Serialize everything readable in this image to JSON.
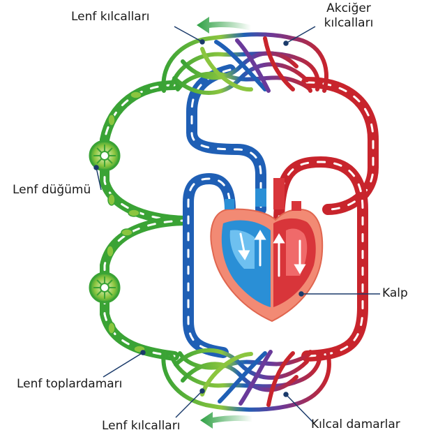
{
  "labels": {
    "lenf_kilcallari_top": "Lenf kılcalları",
    "akciger_kilcallari_line1": "Akciğer",
    "akciger_kilcallari_line2": "kılcalları",
    "lenf_dugumu": "Lenf düğümü",
    "kalp": "Kalp",
    "lenf_toplardamari": "Lenf toplardamarı",
    "lenf_kilcallari_bottom": "Lenf kılcalları",
    "kilcal_damarlar": "Kılcal damarlar"
  },
  "colors": {
    "lymph_green": "#3aa335",
    "lymph_light": "#a9d23a",
    "vein_blue": "#1f5fb5",
    "artery_red": "#c8242c",
    "heart_blue": "#2a8fd6",
    "heart_red": "#d8353a",
    "heart_pink": "#f28a74",
    "arrow_white": "#ffffff"
  },
  "icons": [
    "flow-arrow-icon",
    "lymph-node-icon",
    "heart-icon"
  ]
}
